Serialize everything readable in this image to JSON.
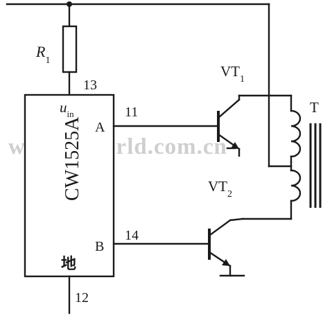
{
  "resistor": {
    "name": "R",
    "sub": "1"
  },
  "ic": {
    "model": "CW1525A",
    "pin_top_number": "13",
    "pin_top_label": "u",
    "pin_top_label_sub": "in",
    "pin_a_label": "A",
    "pin_a_number": "11",
    "pin_b_label": "B",
    "pin_b_number": "14",
    "ground_label": "地",
    "pin_bottom_number": "12"
  },
  "transistor1": {
    "name": "VT",
    "sub": "1"
  },
  "transistor2": {
    "name": "VT",
    "sub": "2"
  },
  "transformer": {
    "name": "T"
  },
  "watermark": "www.eeworld.com.cn"
}
